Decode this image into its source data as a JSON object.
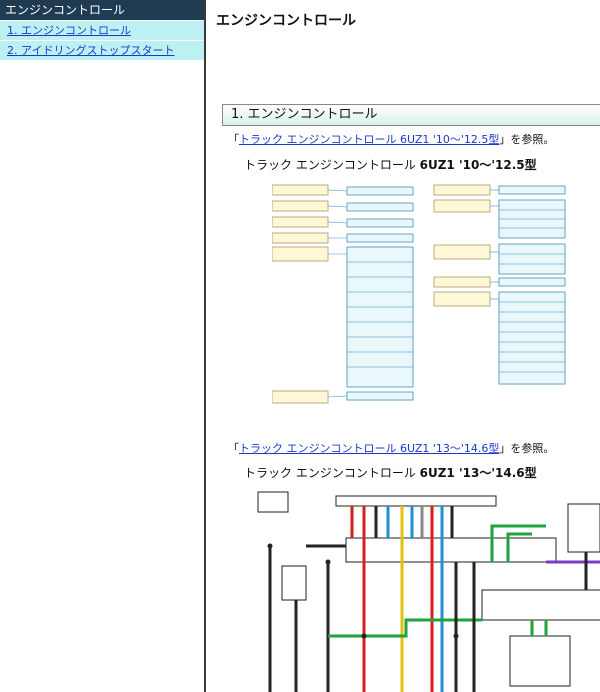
{
  "sidebar": {
    "title": "エンジンコントロール",
    "items": [
      {
        "label": "1. エンジンコントロール"
      },
      {
        "label": "2. アイドリングストップスタート"
      }
    ]
  },
  "main": {
    "title": "エンジンコントロール",
    "section_heading": "1. エンジンコントロール",
    "refs": [
      {
        "open": "「",
        "link": "トラック エンジンコントロール 6UZ1 '10〜'12.5型",
        "close": "」を参照。",
        "diagram_title_prefix": "トラック エンジンコントロール ",
        "diagram_title_bold": "6UZ1 '10〜'12.5型"
      },
      {
        "open": "「",
        "link": "トラック エンジンコントロール 6UZ1 '13〜'14.6型",
        "close": "」を参照。",
        "diagram_title_prefix": "トラック エンジンコントロール ",
        "diagram_title_bold": "6UZ1 '13〜'14.6型"
      }
    ]
  },
  "colors": {
    "sidebar_header_bg": "#1f3b52",
    "sidebar_item_bg": "#bdf0f2",
    "link": "#1a3acc",
    "diagram_box_border": "#3a8fbf",
    "diagram_box_fill": "#eaf7fb"
  }
}
